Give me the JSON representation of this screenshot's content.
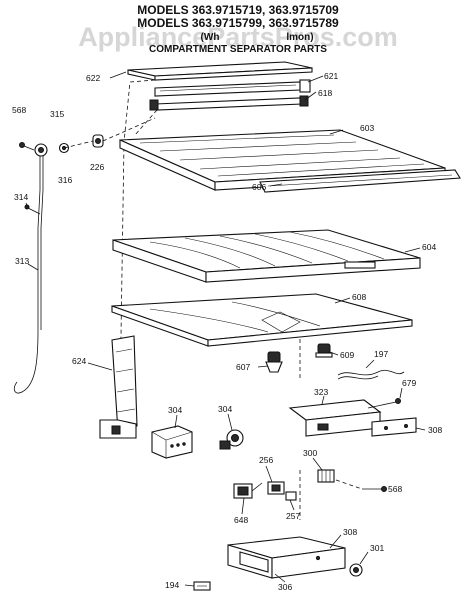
{
  "header": {
    "line1": "MODELS 363.9715719, 363.9715709",
    "line2": "MODELS 363.9715799, 363.9715789",
    "line3_left": "(Wh",
    "line3_right": "lmon)",
    "line4": "COMPARTMENT SEPARATOR PARTS"
  },
  "watermark": "AppliancePartsPros.com",
  "part_labels": {
    "p622": "622",
    "p621": "621",
    "p618": "618",
    "p568a": "568",
    "p315": "315",
    "p316": "316",
    "p226": "226",
    "p603": "603",
    "p606": "606",
    "p314": "314",
    "p313": "313",
    "p604": "604",
    "p608": "608",
    "p624": "624",
    "p607": "607",
    "p609": "609",
    "p197": "197",
    "p323": "323",
    "p679": "679",
    "p308a": "308",
    "p304a": "304",
    "p304b": "304",
    "p256": "256",
    "p300": "300",
    "p568b": "568",
    "p257": "257",
    "p648": "648",
    "p308b": "308",
    "p301": "301",
    "p194": "194",
    "p306": "306"
  }
}
